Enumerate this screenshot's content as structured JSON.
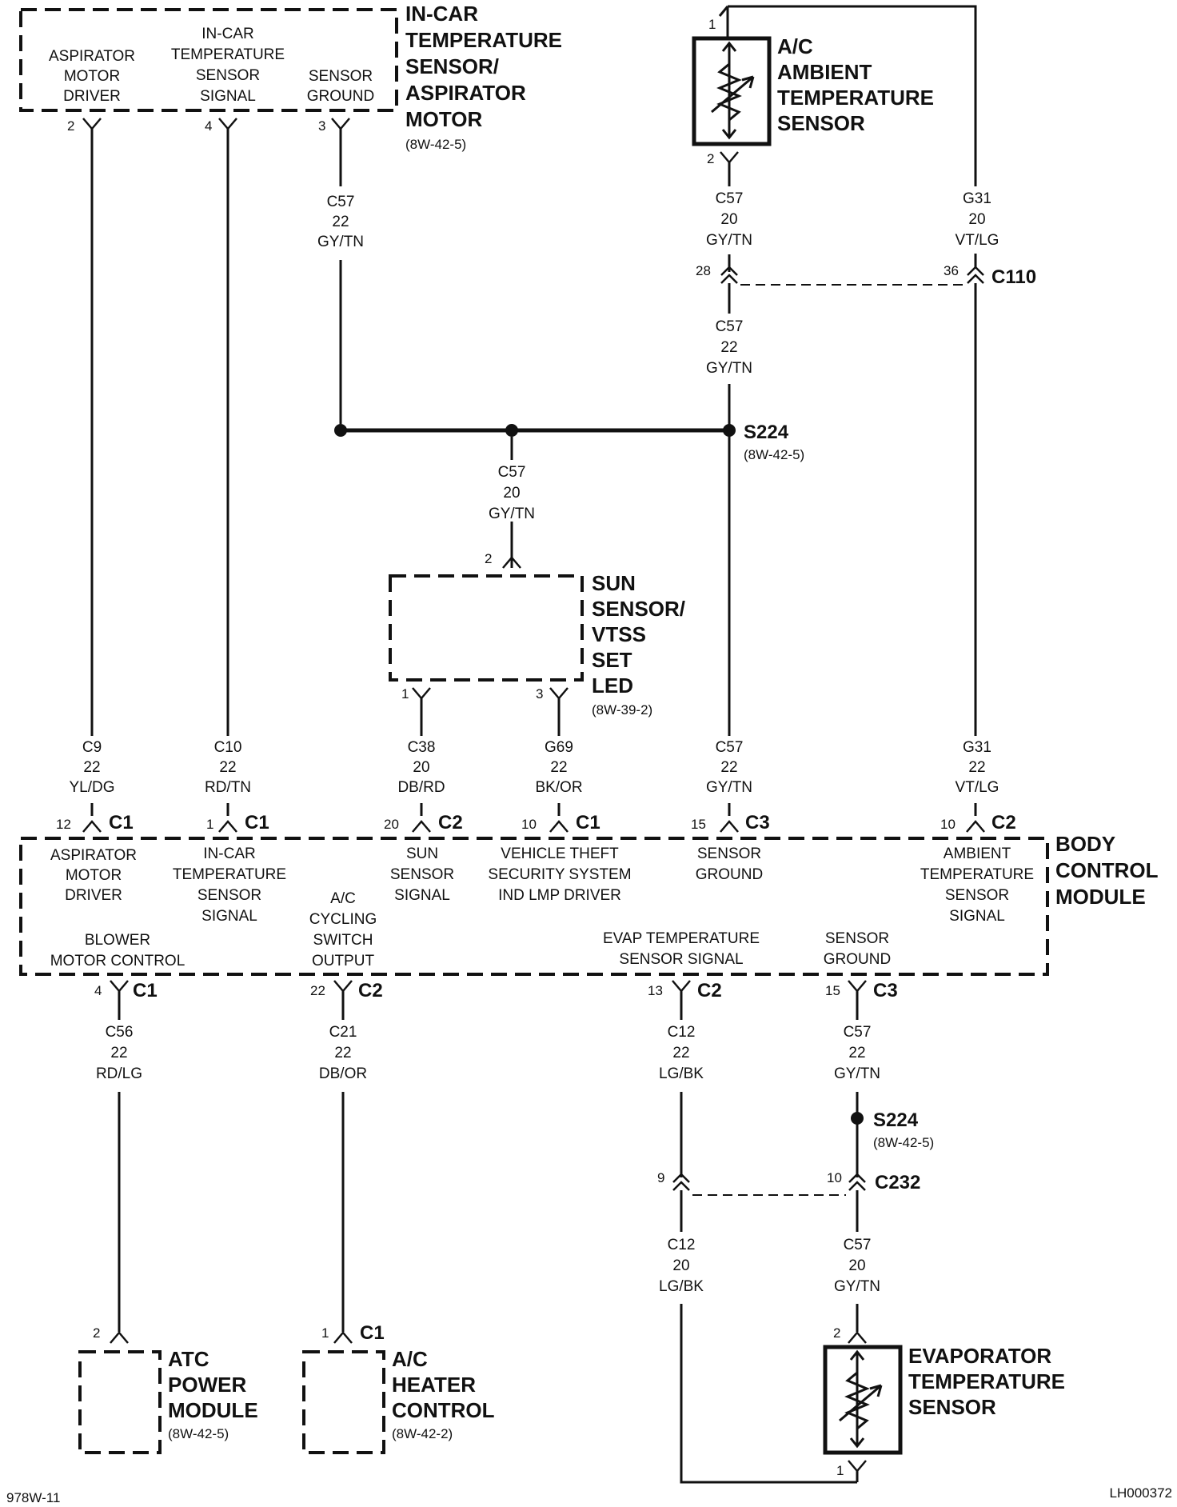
{
  "components": {
    "incar_sensor": {
      "title": [
        "IN-CAR",
        "TEMPERATURE",
        "SENSOR/",
        "ASPIRATOR",
        "MOTOR"
      ],
      "ref": "(8W-42-5)",
      "pins": [
        {
          "label": [
            "ASPIRATOR",
            "MOTOR",
            "DRIVER"
          ],
          "pin": "2"
        },
        {
          "label": [
            "IN-CAR",
            "TEMPERATURE",
            "SENSOR",
            "SIGNAL"
          ],
          "pin": "4"
        },
        {
          "label": [
            "SENSOR",
            "GROUND"
          ],
          "pin": "3"
        }
      ]
    },
    "ambient_sensor": {
      "title": [
        "A/C",
        "AMBIENT",
        "TEMPERATURE",
        "SENSOR"
      ],
      "pin_top": "1",
      "pin_bottom": "2"
    },
    "sun_sensor": {
      "title": [
        "SUN",
        "SENSOR/",
        "VTSS",
        "SET",
        "LED"
      ],
      "ref": "(8W-39-2)",
      "pin_top": "2",
      "pin_left": "1",
      "pin_right": "3"
    },
    "bcm": {
      "title": [
        "BODY",
        "CONTROL",
        "MODULE"
      ],
      "top_pins": [
        {
          "label": [
            "ASPIRATOR",
            "MOTOR",
            "DRIVER"
          ],
          "pin": "12",
          "conn": "C1"
        },
        {
          "label": [
            "IN-CAR",
            "TEMPERATURE",
            "SENSOR",
            "SIGNAL"
          ],
          "pin": "1",
          "conn": "C1"
        },
        {
          "label": [
            "SUN",
            "SENSOR",
            "SIGNAL"
          ],
          "pin": "20",
          "conn": "C2"
        },
        {
          "label": [
            "VEHICLE THEFT",
            "SECURITY SYSTEM",
            "IND LMP DRIVER"
          ],
          "pin": "10",
          "conn": "C1"
        },
        {
          "label": [
            "SENSOR",
            "GROUND"
          ],
          "pin": "15",
          "conn": "C3"
        },
        {
          "label": [
            "AMBIENT",
            "TEMPERATURE",
            "SENSOR",
            "SIGNAL"
          ],
          "pin": "10",
          "conn": "C2"
        }
      ],
      "bottom_pins": [
        {
          "label": [
            "BLOWER",
            "MOTOR CONTROL"
          ],
          "pin": "4",
          "conn": "C1"
        },
        {
          "label": [
            "A/C",
            "CYCLING",
            "SWITCH",
            "OUTPUT"
          ],
          "pin": "22",
          "conn": "C2"
        },
        {
          "label": [
            "EVAP TEMPERATURE",
            "SENSOR SIGNAL"
          ],
          "pin": "13",
          "conn": "C2"
        },
        {
          "label": [
            "SENSOR",
            "GROUND"
          ],
          "pin": "15",
          "conn": "C3"
        }
      ]
    },
    "atc_module": {
      "title": [
        "ATC",
        "POWER",
        "MODULE"
      ],
      "ref": "(8W-42-5)",
      "pin": "2"
    },
    "heater_control": {
      "title": [
        "A/C",
        "HEATER",
        "CONTROL"
      ],
      "ref": "(8W-42-2)",
      "pin": "1",
      "conn": "C1"
    },
    "evap_sensor": {
      "title": [
        "EVAPORATOR",
        "TEMPERATURE",
        "SENSOR"
      ],
      "pin_top": "2",
      "pin_bottom": "1"
    }
  },
  "wires": {
    "c57_top": [
      "C57",
      "22",
      "GY/TN"
    ],
    "c57_amb": [
      "C57",
      "20",
      "GY/TN"
    ],
    "g31_top": [
      "G31",
      "20",
      "VT/LG"
    ],
    "c57_mid": [
      "C57",
      "22",
      "GY/TN"
    ],
    "c57_sun": [
      "C57",
      "20",
      "GY/TN"
    ],
    "c9": [
      "C9",
      "22",
      "YL/DG"
    ],
    "c10": [
      "C10",
      "22",
      "RD/TN"
    ],
    "c38": [
      "C38",
      "20",
      "DB/RD"
    ],
    "g69": [
      "G69",
      "22",
      "BK/OR"
    ],
    "c57_bcm": [
      "C57",
      "22",
      "GY/TN"
    ],
    "g31_bcm": [
      "G31",
      "22",
      "VT/LG"
    ],
    "c56": [
      "C56",
      "22",
      "RD/LG"
    ],
    "c21": [
      "C21",
      "22",
      "DB/OR"
    ],
    "c12_top": [
      "C12",
      "22",
      "LG/BK"
    ],
    "c57_evap_top": [
      "C57",
      "22",
      "GY/TN"
    ],
    "c12_bot": [
      "C12",
      "20",
      "LG/BK"
    ],
    "c57_evap_bot": [
      "C57",
      "20",
      "GY/TN"
    ]
  },
  "connectors": {
    "c110": {
      "name": "C110",
      "pin_left": "28",
      "pin_right": "36"
    },
    "c232": {
      "name": "C232",
      "pin_left": "9",
      "pin_right": "10"
    }
  },
  "splices": {
    "s224_top": {
      "name": "S224",
      "ref": "(8W-42-5)"
    },
    "s224_bottom": {
      "name": "S224",
      "ref": "(8W-42-5)"
    }
  },
  "footer": {
    "left": "978W-11",
    "right": "LH000372"
  }
}
